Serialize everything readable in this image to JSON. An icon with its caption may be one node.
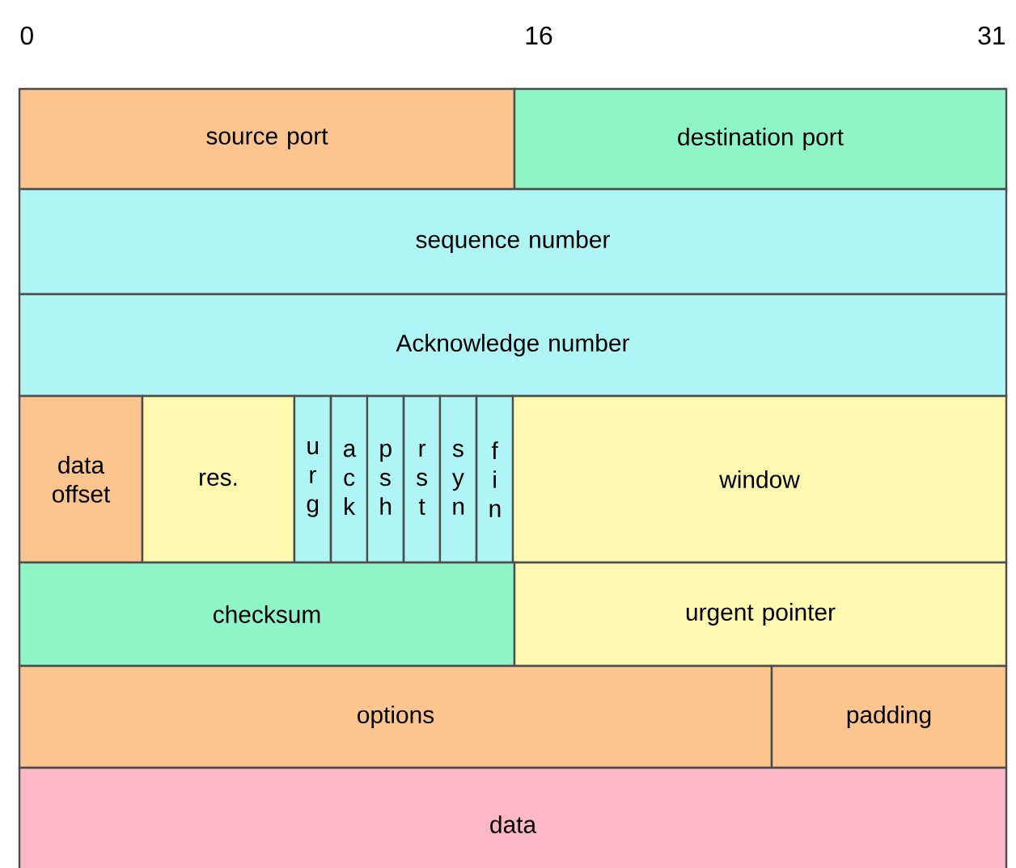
{
  "diagram": {
    "nodes": [
      {
        "text": [
          "source port"
        ]
      },
      {
        "text": [
          "destination port"
        ]
      },
      {
        "text": [
          "sequence number"
        ]
      },
      {
        "text": [
          "Acknowledge number"
        ]
      },
      {
        "text": [
          "data offset"
        ]
      },
      {
        "text": [
          "res."
        ]
      },
      {
        "text": [
          "u r g"
        ]
      },
      {
        "text": [
          "a c k"
        ]
      },
      {
        "text": [
          "p s h"
        ]
      },
      {
        "text": [
          "r s t"
        ]
      },
      {
        "text": [
          "s y n"
        ]
      },
      {
        "text": [
          "f i n"
        ]
      },
      {
        "text": [
          "window"
        ]
      },
      {
        "text": [
          "checksum"
        ]
      },
      {
        "text": [
          "urgent pointer"
        ]
      },
      {
        "text": [
          "options"
        ]
      },
      {
        "text": [
          "padding"
        ]
      },
      {
        "text": [
          "data"
        ]
      }
    ],
    "labels": [
      "0",
      "16",
      "31"
    ]
  }
}
